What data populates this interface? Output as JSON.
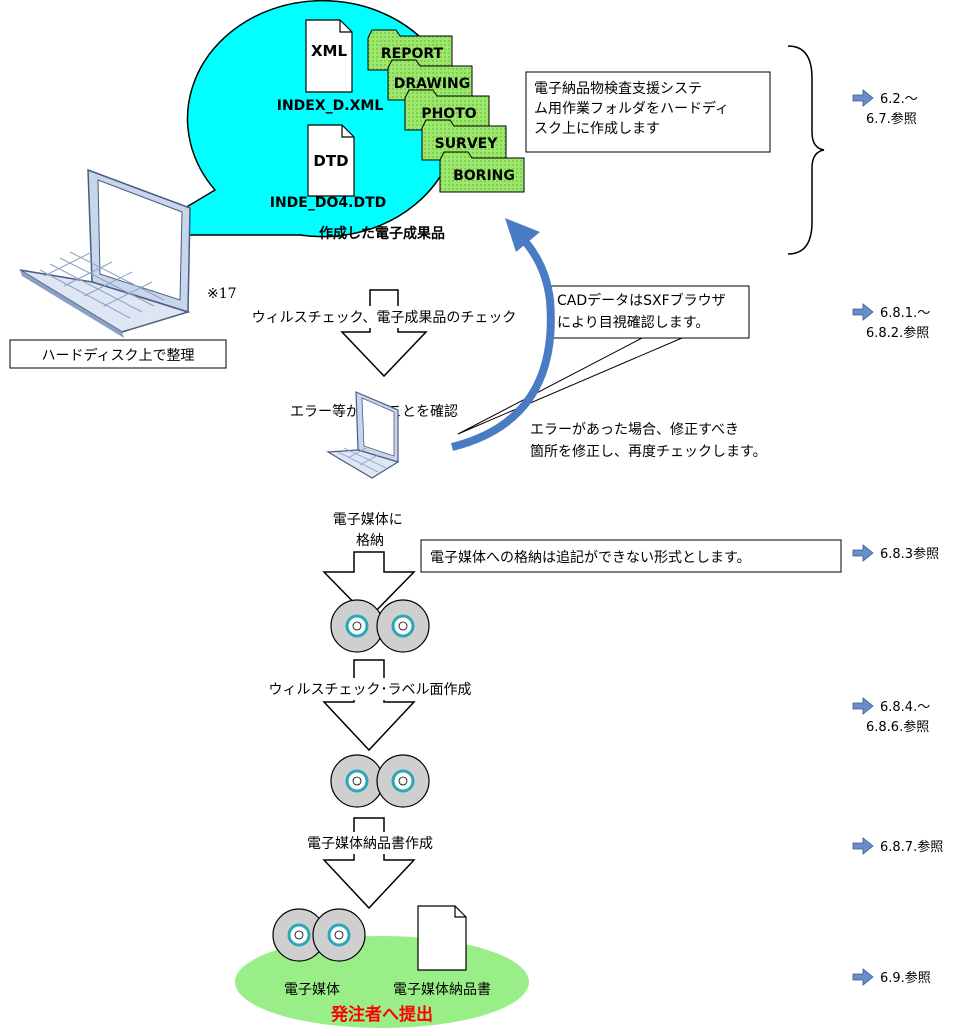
{
  "bubble": {
    "xml_icon_label": "XML",
    "xml_file_name": "INDEX_D.XML",
    "dtd_icon_label": "DTD",
    "dtd_file_name": "INDE_DO4.DTD",
    "caption": "作成した電子成果品",
    "folders": [
      "REPORT",
      "DRAWING",
      "PHOTO",
      "SURVEY",
      "BORING"
    ]
  },
  "notes": {
    "folder_note": [
      "電子納品物検査支援システ",
      "ム用作業フォルダをハードディ",
      "スク上に作成します"
    ],
    "cad_note": [
      "CADデータはSXFブラウザ",
      "により目視確認します。"
    ],
    "error_note": [
      "エラーがあった場合、修正すべき",
      "箇所を修正し、再度チェックします。"
    ],
    "media_note": "電子媒体への格納は追記ができない形式とします。"
  },
  "labels": {
    "hard_disk": "ハードディスク上で整理",
    "footnote": "※17",
    "virus_check": "ウィルスチェック、電子成果品のチェック",
    "no_error": "エラー等が無いことを確認",
    "store_media": [
      "電子媒体に",
      "格納"
    ],
    "label_make": "ウィルスチェック･ラベル面作成",
    "doc_make": "電子媒体納品書作成",
    "final_media": "電子媒体",
    "final_doc": "電子媒体納品書",
    "submit": "発注者へ提出"
  },
  "refs": [
    [
      "6.2.～",
      "6.7.参照"
    ],
    [
      "6.8.1.～",
      "6.8.2.参照"
    ],
    [
      "6.8.3参照"
    ],
    [
      "6.8.4.～",
      "6.8.6.参照"
    ],
    [
      "6.8.7.参照"
    ],
    [
      "6.9.参照"
    ]
  ],
  "colors": {
    "bubble": "#00ffff",
    "folder": "#99ee66",
    "submit_ellipse": "#99ee88",
    "curve_arrow": "#4a7cc4",
    "ref_arrow": "#6a8ec8",
    "submit_text": "#ff0000",
    "disc": "#cfcfcf",
    "disc_ring": "#2aa8b8"
  },
  "icons": [
    "laptop-icon",
    "file-icon",
    "folder-icon",
    "disc-icon",
    "arrow-right-icon",
    "arrow-down-icon"
  ]
}
